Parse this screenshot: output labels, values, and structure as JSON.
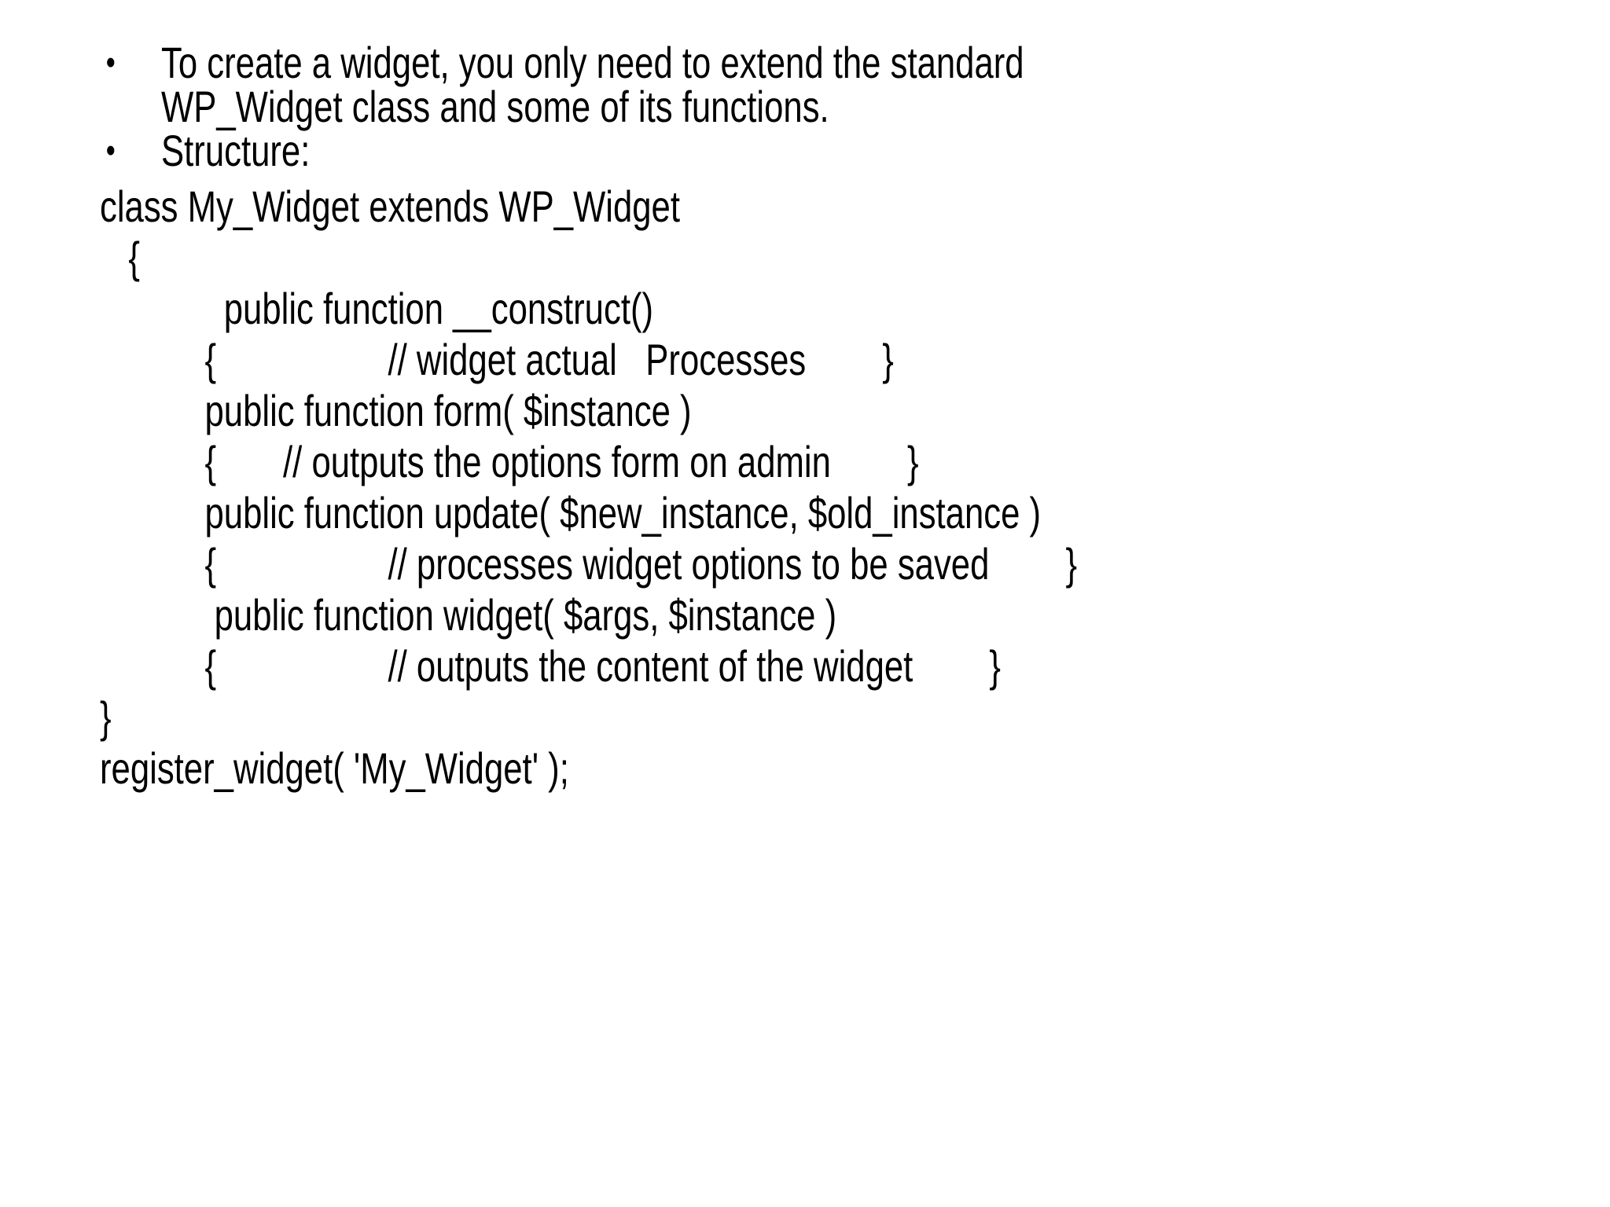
{
  "slide": {
    "background_color": "#ffffff",
    "text_color": "#000000",
    "bullet_char": "•",
    "bullets": [
      {
        "text": "To create a widget, you only need to extend the standard\nWP_Widget class and some of its functions."
      },
      {
        "text": "Structure:"
      }
    ],
    "code": {
      "lines": [
        "class My_Widget extends WP_Widget",
        "   {",
        "             public function __construct()",
        "           {                  // widget actual   Processes        }",
        "           public function form( $instance )",
        "           {       // outputs the options form on admin        }",
        "           public function update( $new_instance, $old_instance )",
        "           {                  // processes widget options to be saved        }",
        "            public function widget( $args, $instance )",
        "           {                  // outputs the content of the widget        }",
        "}",
        "register_widget( 'My_Widget' );"
      ]
    }
  }
}
